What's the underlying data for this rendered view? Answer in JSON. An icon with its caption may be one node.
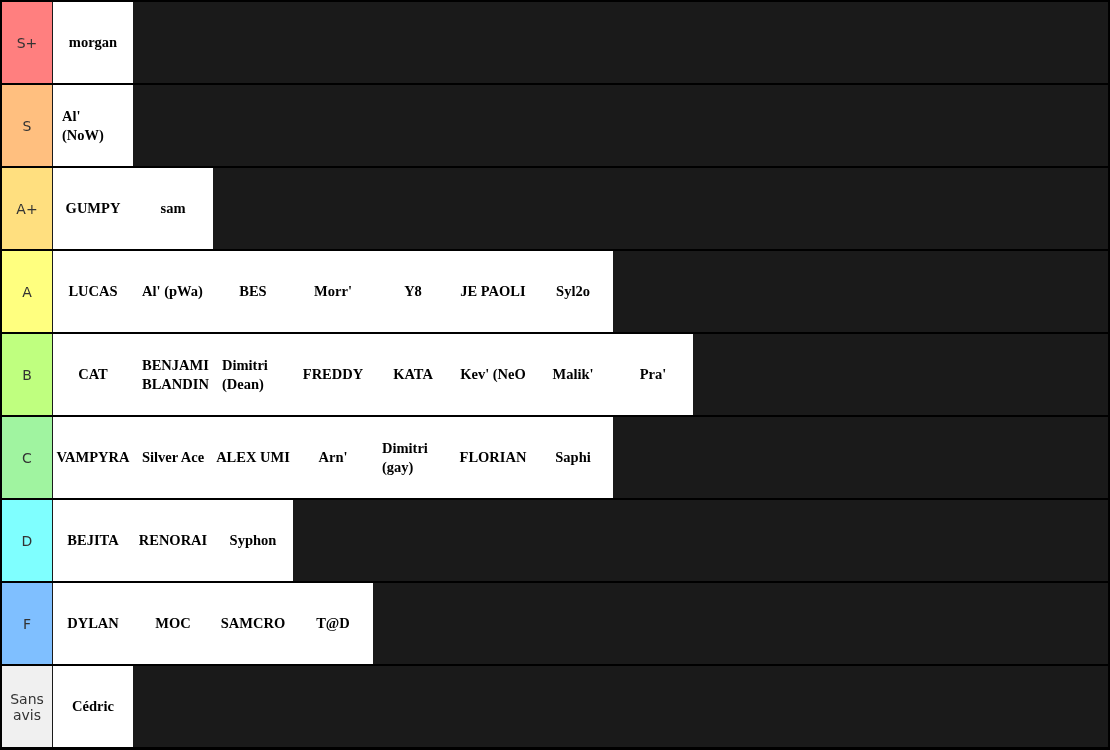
{
  "diagram": {
    "nodes": [
      {
        "text": [
          "S+"
        ]
      },
      {
        "text": [
          "morgan"
        ],
        "in": 0
      },
      {
        "text": [
          "S"
        ]
      },
      {
        "text": [
          "Al' (NoW)"
        ],
        "in": 2
      },
      {
        "text": [
          "A+"
        ]
      },
      {
        "text": [
          "GUMPY"
        ],
        "in": 4
      },
      {
        "text": [
          "sam"
        ],
        "in": 4
      },
      {
        "text": [
          "A"
        ]
      },
      {
        "text": [
          "LUCAS"
        ],
        "in": 7
      },
      {
        "text": [
          "Al' (pWa)"
        ],
        "in": 7
      },
      {
        "text": [
          "BES"
        ],
        "in": 7
      },
      {
        "text": [
          "Morr'"
        ],
        "in": 7
      },
      {
        "text": [
          "Y8"
        ],
        "in": 7
      },
      {
        "text": [
          "JE PAOLI"
        ],
        "in": 7
      },
      {
        "text": [
          "Syl2o"
        ],
        "in": 7
      },
      {
        "text": [
          "B"
        ]
      },
      {
        "text": [
          "CAT"
        ],
        "in": 15
      },
      {
        "text": [
          "BENJAMI BLANDIN"
        ],
        "in": 15
      },
      {
        "text": [
          "Dimitri (Dean)"
        ],
        "in": 15
      },
      {
        "text": [
          "FREDDY"
        ],
        "in": 15
      },
      {
        "text": [
          "KATA"
        ],
        "in": 15
      },
      {
        "text": [
          "Kev' (NeO"
        ],
        "in": 15
      },
      {
        "text": [
          "Malik'"
        ],
        "in": 15
      },
      {
        "text": [
          "Pra'"
        ],
        "in": 15
      },
      {
        "text": [
          "C"
        ]
      },
      {
        "text": [
          "VAMPYRA"
        ],
        "in": 24
      },
      {
        "text": [
          "Silver Ace"
        ],
        "in": 24
      },
      {
        "text": [
          "ALEX UMI"
        ],
        "in": 24
      },
      {
        "text": [
          "Arn'"
        ],
        "in": 24
      },
      {
        "text": [
          "Dimitri (gay)"
        ],
        "in": 24
      },
      {
        "text": [
          "FLORIAN"
        ],
        "in": 24
      },
      {
        "text": [
          "Saphi"
        ],
        "in": 24
      },
      {
        "text": [
          "D"
        ]
      },
      {
        "text": [
          "BEJITA"
        ],
        "in": 32
      },
      {
        "text": [
          "RENORAI"
        ],
        "in": 32
      },
      {
        "text": [
          "Syphon"
        ],
        "in": 32
      },
      {
        "text": [
          "F"
        ]
      },
      {
        "text": [
          "DYLAN"
        ],
        "in": 36
      },
      {
        "text": [
          "MOC"
        ],
        "in": 36
      },
      {
        "text": [
          "SAMCRO"
        ],
        "in": 36
      },
      {
        "text": [
          "T@D"
        ],
        "in": 36
      },
      {
        "text": [
          "Sans avis"
        ]
      },
      {
        "text": [
          "Cédric"
        ],
        "in": 41
      }
    ]
  }
}
